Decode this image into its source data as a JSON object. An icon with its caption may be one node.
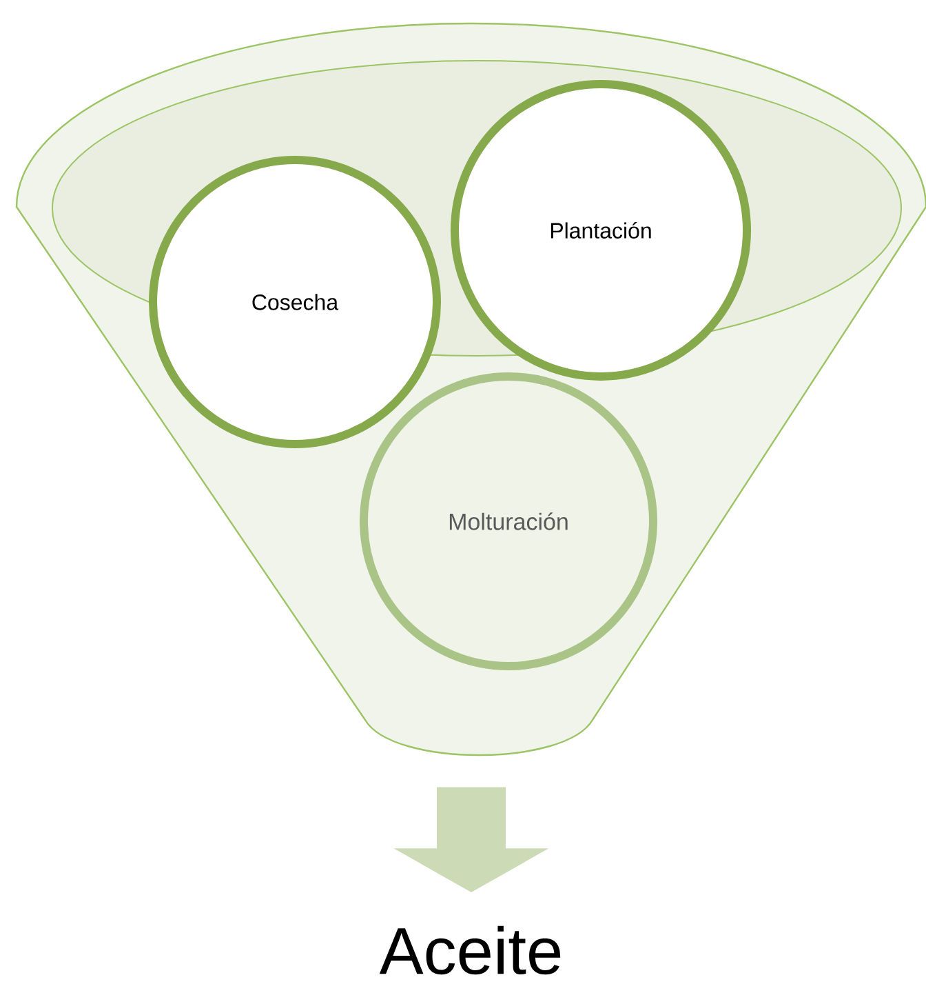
{
  "diagram": {
    "nodes": [
      {
        "text": [],
        "shape": "funnel"
      },
      {
        "text": [
          "Cosecha"
        ],
        "in": 0
      },
      {
        "text": [
          "Plantación"
        ],
        "in": 0
      },
      {
        "text": [
          "Molturación"
        ],
        "in": 0
      },
      {
        "text": [
          "Aceite"
        ]
      }
    ],
    "edges": [
      {
        "from": 0,
        "to": 4,
        "arrow": "to",
        "style": "thick"
      }
    ]
  }
}
